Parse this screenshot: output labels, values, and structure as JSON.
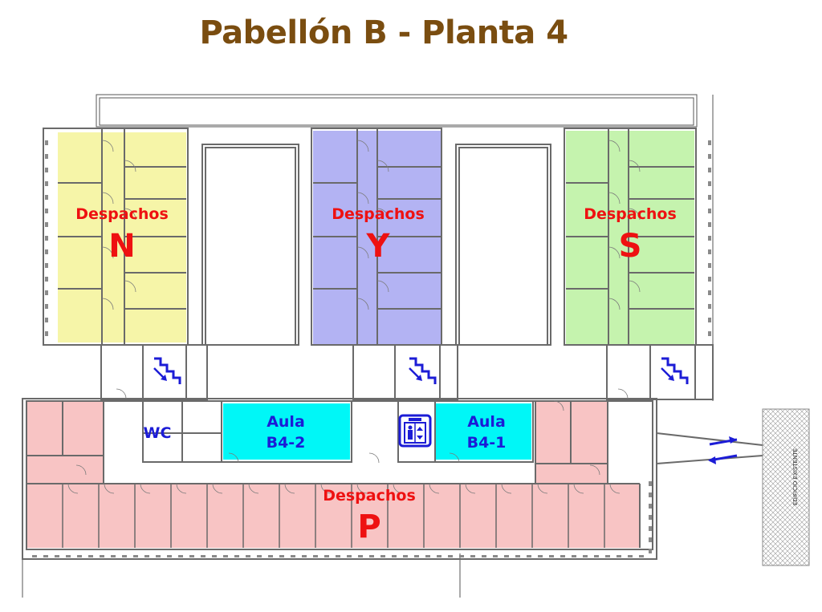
{
  "title": "Pabellón B - Planta 4",
  "colors": {
    "title": "#7a4d10",
    "zone_N": "#f6f5a8",
    "zone_Y": "#b3b3f3",
    "zone_S": "#c5f3ae",
    "zone_P": "#f8c4c4",
    "aula": "#00f7f7",
    "label_red": "#ee1111",
    "label_blue": "#1c1cd6"
  },
  "zones": {
    "N": {
      "word": "Despachos",
      "letter": "N"
    },
    "Y": {
      "word": "Despachos",
      "letter": "Y"
    },
    "S": {
      "word": "Despachos",
      "letter": "S"
    },
    "P": {
      "word": "Despachos",
      "letter": "P"
    }
  },
  "rooms": {
    "wc": "WC",
    "aula_b42": {
      "line1": "Aula",
      "line2": "B4-2"
    },
    "aula_b41": {
      "line1": "Aula",
      "line2": "B4-1"
    }
  },
  "icons": [
    "stairs-icon",
    "elevator-icon",
    "connection-arrows-icon"
  ],
  "existing_building": "EDIFICIO EXISTENTE"
}
